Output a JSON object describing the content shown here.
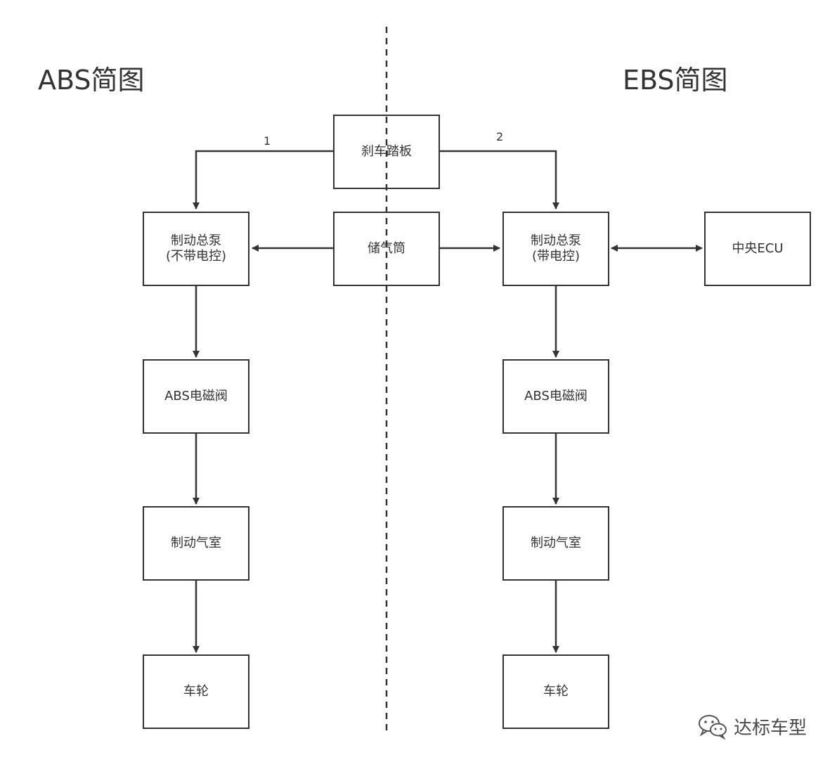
{
  "titles": {
    "abs": "ABS简图",
    "ebs": "EBS简图"
  },
  "nodes": {
    "brake_pedal": "刹车踏板",
    "air_tank": "储气筒",
    "abs_master_valve_line1": "制动总泵",
    "abs_master_valve_line2": "(不带电控)",
    "ebs_master_valve_line1": "制动总泵",
    "ebs_master_valve_line2": "(带电控)",
    "central_ecu": "中央ECU",
    "abs_solenoid_left": "ABS电磁阀",
    "abs_solenoid_right": "ABS电磁阀",
    "brake_chamber_left": "制动气室",
    "brake_chamber_right": "制动气室",
    "wheel_left": "车轮",
    "wheel_right": "车轮"
  },
  "edge_labels": {
    "path1": "1",
    "path2": "2"
  },
  "watermark": {
    "text": "达标车型",
    "icon": "wechat-icon"
  },
  "colors": {
    "stroke": "#333333",
    "background": "#ffffff"
  }
}
